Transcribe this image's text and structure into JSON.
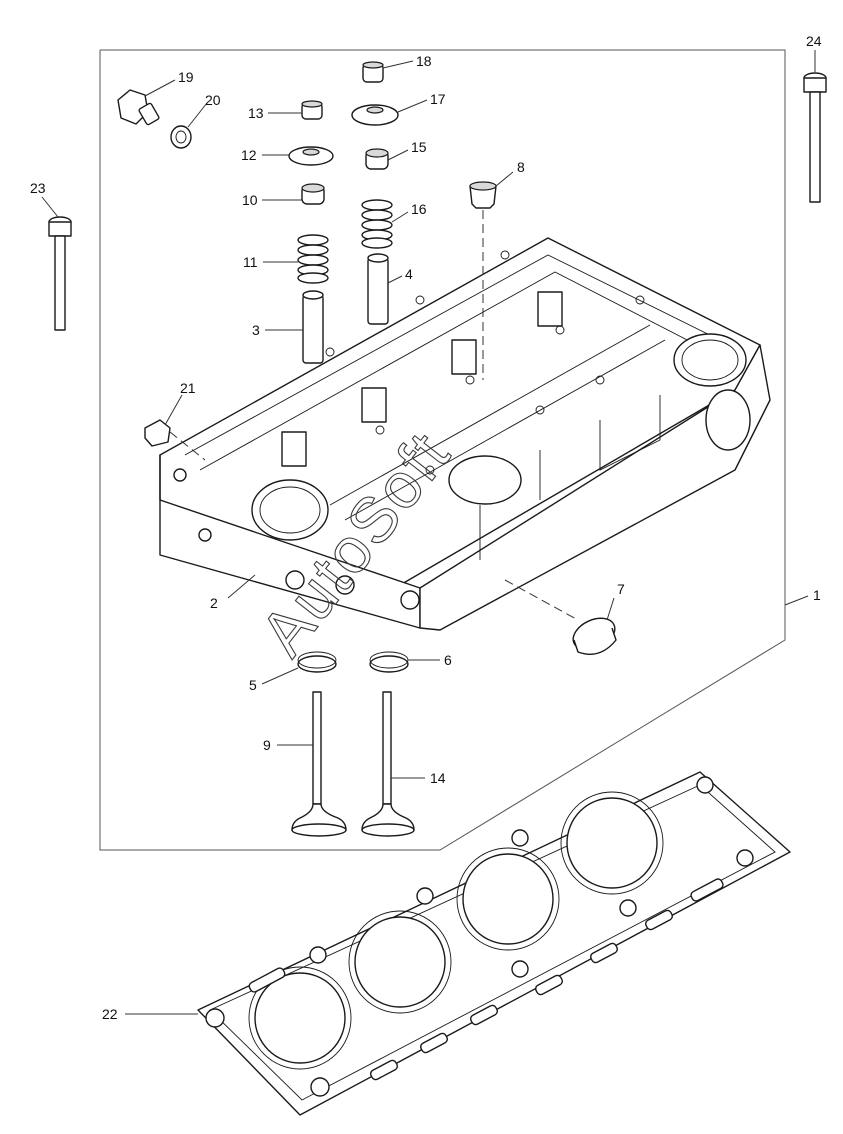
{
  "watermark": "AutoSoft",
  "callouts": {
    "c1": "1",
    "c2": "2",
    "c3": "3",
    "c4": "4",
    "c5": "5",
    "c6": "6",
    "c7": "7",
    "c8": "8",
    "c9": "9",
    "c10": "10",
    "c11": "11",
    "c12": "12",
    "c13": "13",
    "c14": "14",
    "c15": "15",
    "c16": "16",
    "c17": "17",
    "c18": "18",
    "c19": "19",
    "c20": "20",
    "c21": "21",
    "c22": "22",
    "c23": "23",
    "c24": "24"
  }
}
